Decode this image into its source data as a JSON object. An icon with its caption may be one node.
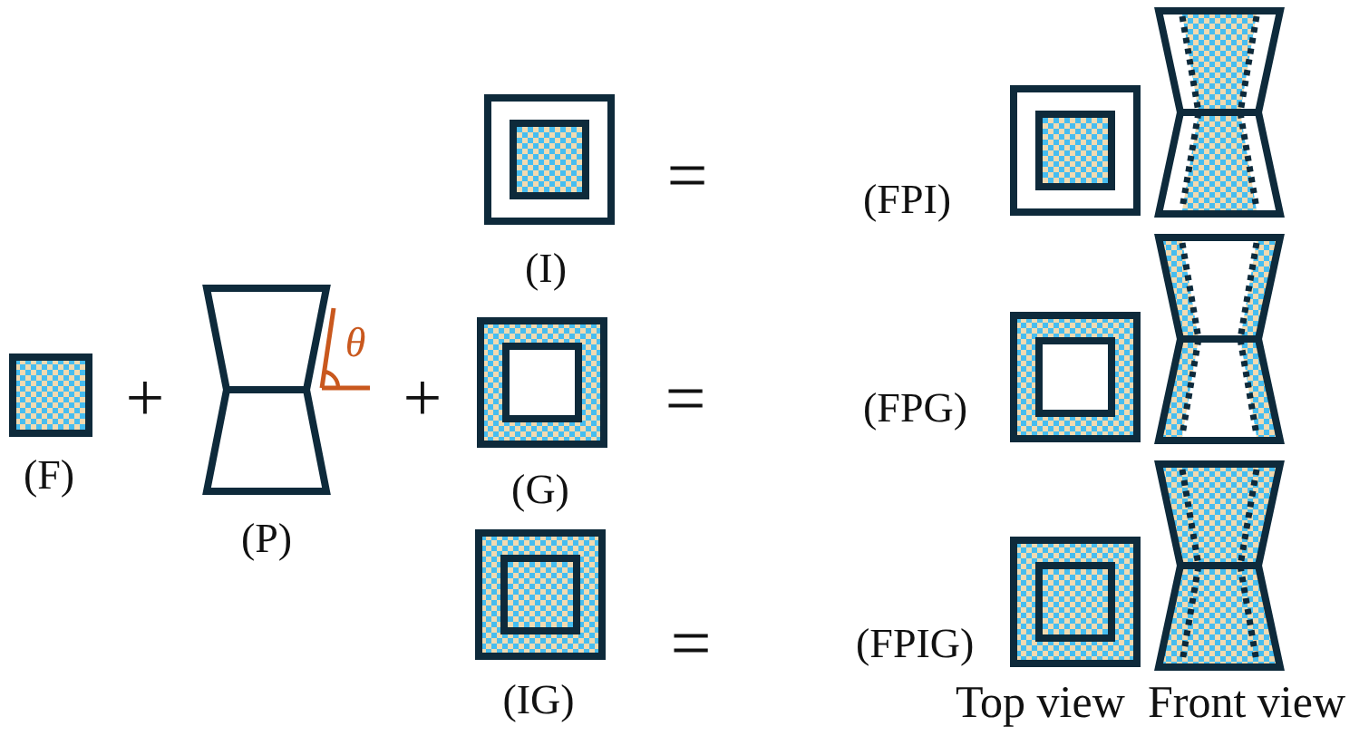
{
  "diagram": {
    "nodes": [
      {
        "text": [],
        "shape": "box",
        "beside": [
          "(F)"
        ]
      },
      {
        "text": [],
        "shape": "hourglass",
        "beside": [
          "(P)"
        ]
      },
      {
        "text": [],
        "shape": "box",
        "beside": [
          "(I)"
        ]
      },
      {
        "text": [],
        "shape": "box",
        "beside": [
          "(G)"
        ]
      },
      {
        "text": [],
        "shape": "box",
        "beside": [
          "(IG)"
        ]
      },
      {
        "text": [],
        "shape": "box",
        "beside": [
          "(FPI)"
        ]
      },
      {
        "text": [],
        "shape": "hourglass"
      },
      {
        "text": [],
        "shape": "box",
        "beside": [
          "(FPG)"
        ]
      },
      {
        "text": [],
        "shape": "hourglass"
      },
      {
        "text": [],
        "shape": "box",
        "beside": [
          "(FPIG)"
        ]
      },
      {
        "text": [],
        "shape": "hourglass"
      }
    ],
    "labels": [
      "=",
      "θ",
      "+",
      "+",
      "=",
      "=",
      "Top view",
      "Front view"
    ]
  }
}
